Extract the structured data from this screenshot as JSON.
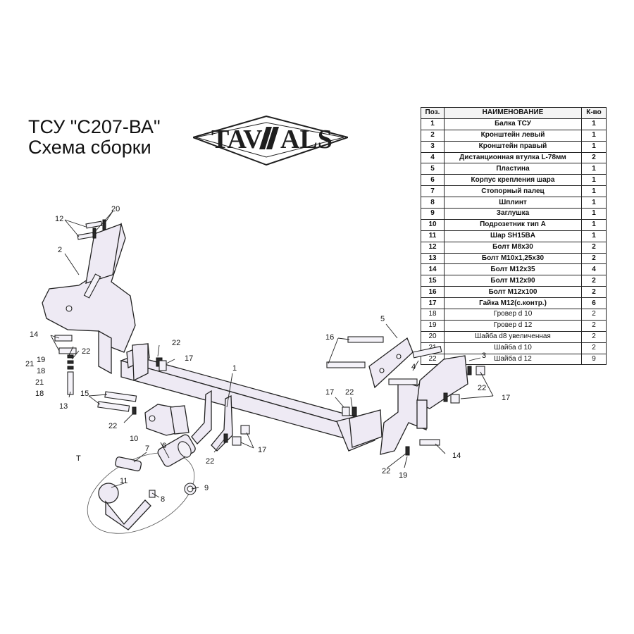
{
  "header": {
    "title_line1": "ТСУ  \"С207-ВА\"",
    "title_line2": "Схема сборки"
  },
  "logo": {
    "text": "TAVIALS",
    "letters_left": "TAV",
    "letters_right": "ALS"
  },
  "table": {
    "columns": [
      "Поз.",
      "НАИМЕНОВАНИЕ",
      "К-во"
    ],
    "rows": [
      [
        "1",
        "Балка ТСУ",
        "1"
      ],
      [
        "2",
        "Кронштейн левый",
        "1"
      ],
      [
        "3",
        "Кронштейн правый",
        "1"
      ],
      [
        "4",
        "Дистанционная втулка L-78мм",
        "2"
      ],
      [
        "5",
        "Пластина",
        "1"
      ],
      [
        "6",
        "Корпус крепления шара",
        "1"
      ],
      [
        "7",
        "Стопорный палец",
        "1"
      ],
      [
        "8",
        "Шплинт",
        "1"
      ],
      [
        "9",
        "Заглушка",
        "1"
      ],
      [
        "10",
        "Подрозетник тип А",
        "1"
      ],
      [
        "11",
        "Шар SH15BA",
        "1"
      ],
      [
        "12",
        "Болт М8х30",
        "2"
      ],
      [
        "13",
        "Болт М10х1,25х30",
        "2"
      ],
      [
        "14",
        "Болт М12х35",
        "4"
      ],
      [
        "15",
        "Болт М12х90",
        "2"
      ],
      [
        "16",
        "Болт М12х100",
        "2"
      ],
      [
        "17",
        "Гайка М12(с.контр.)",
        "6"
      ],
      [
        "18",
        "Гровер d 10",
        "2"
      ],
      [
        "19",
        "Гровер d 12",
        "2"
      ],
      [
        "20",
        "Шайба d8 увеличенная",
        "2"
      ],
      [
        "21",
        "Шайба d 10",
        "2"
      ],
      [
        "22",
        "Шайба d 12",
        "9"
      ]
    ]
  },
  "callouts": {
    "c1": "1",
    "c2": "2",
    "c3": "3",
    "c4": "4",
    "c5": "5",
    "c6": "6",
    "c7": "7",
    "c8": "8",
    "c9": "9",
    "c10": "10",
    "c11": "11",
    "c12": "12",
    "c13": "13",
    "c14a": "14",
    "c14b": "14",
    "c15": "15",
    "c16": "16",
    "c17a": "17",
    "c17b": "17",
    "c17c": "17",
    "c17d": "17",
    "c18a": "18",
    "c18b": "18",
    "c19a": "19",
    "c19b": "19",
    "c20": "20",
    "c21a": "21",
    "c21b": "21",
    "c22a": "22",
    "c22b": "22",
    "c22c": "22",
    "c22d": "22",
    "c22e": "22",
    "c22f": "22",
    "c22g": "22",
    "t": "Т"
  },
  "colors": {
    "part_fill": "#eeeaf4",
    "line": "#222222",
    "logo_dark": "#1e1e1e"
  }
}
